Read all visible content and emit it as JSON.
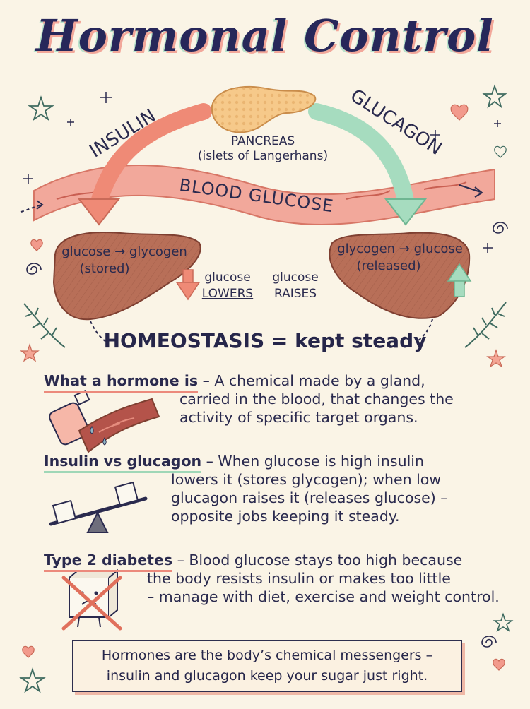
{
  "title": "Hormonal Control",
  "diagram": {
    "insulin_label": "INSULIN",
    "glucagon_label": "GLUCAGON",
    "pancreas_label": "PANCREAS",
    "pancreas_sub": "(islets of Langerhans)",
    "blood_glucose_label": "BLOOD GLUCOSE",
    "left_liver_line1": "glucose → glycogen",
    "left_liver_line2": "(stored)",
    "right_liver_line1": "glycogen → glucose",
    "right_liver_line2": "(released)",
    "lowers_line1": "glucose",
    "lowers_line2": "LOWERS",
    "raises_line1": "glucose",
    "raises_line2": "RAISES",
    "homeostasis": "HOMEOSTASIS = kept steady"
  },
  "sections": [
    {
      "heading": "What a hormone is",
      "lead": " – A chemical made by a gland,",
      "lines": [
        "carried in the blood, that changes the",
        "activity of specific target organs."
      ]
    },
    {
      "heading": "Insulin vs glucagon",
      "lead": " – When glucose is high insulin",
      "lines": [
        "lowers it (stores glycogen); when low",
        "glucagon raises it (releases glucose) –",
        "opposite jobs keeping it steady."
      ]
    },
    {
      "heading": "Type 2 diabetes",
      "lead": " – Blood glucose stays too high because",
      "lines": [
        "the body resists insulin or makes too little",
        "– manage with diet, exercise and weight control."
      ]
    }
  ],
  "note": {
    "line1": "Hormones are the body’s chemical messengers –",
    "line2": "insulin and glucagon keep your sugar just right."
  },
  "colors": {
    "insulin_arrow": "#ef8a76",
    "glucagon_arrow": "#a6dcbf",
    "blood_band": "#f2a89b",
    "liver": "#b86f58",
    "ink": "#27275a"
  }
}
